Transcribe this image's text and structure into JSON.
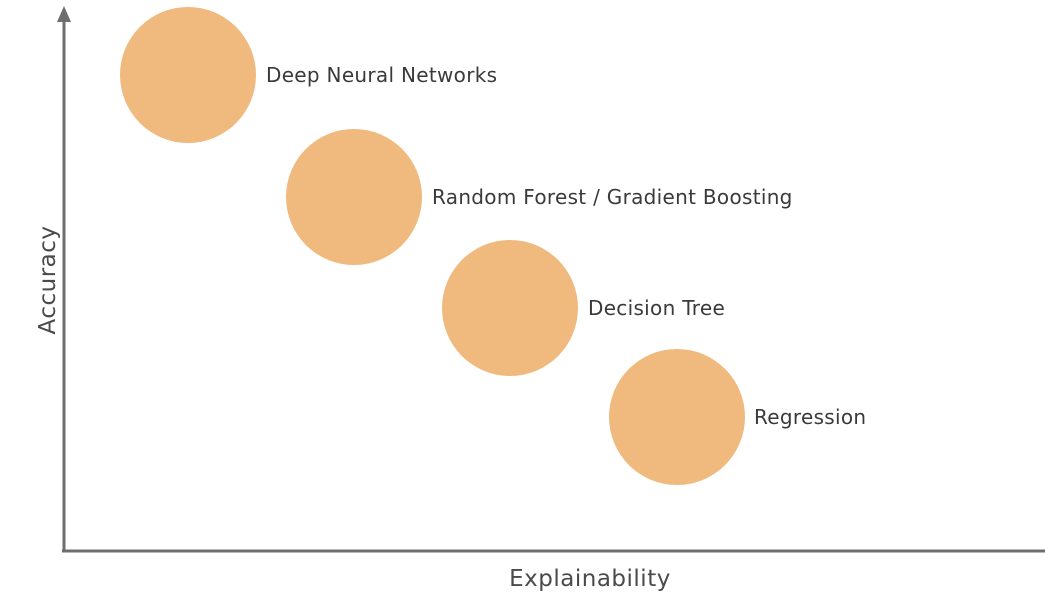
{
  "colors": {
    "bubble": "#f0b97d",
    "axis": "#6e6e6e",
    "text": "#3a3a3a"
  },
  "axes": {
    "y_label": "Accuracy",
    "x_label": "Explainability"
  },
  "models": [
    {
      "name": "Deep Neural Networks",
      "explainability_rank": 1,
      "accuracy_rank": 4
    },
    {
      "name": "Random Forest / Gradient Boosting",
      "explainability_rank": 2,
      "accuracy_rank": 3
    },
    {
      "name": "Decision Tree",
      "explainability_rank": 3,
      "accuracy_rank": 2
    },
    {
      "name": "Regression",
      "explainability_rank": 4,
      "accuracy_rank": 1
    }
  ]
}
